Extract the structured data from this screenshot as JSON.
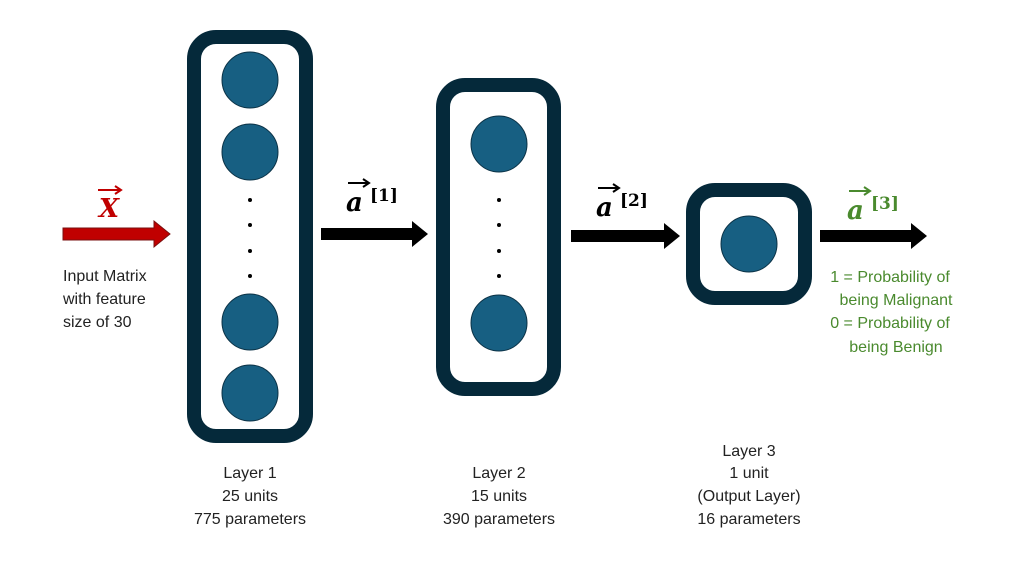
{
  "colors": {
    "layer_border": "#05293a",
    "neuron": "#175f82",
    "input_arrow": "#c00000",
    "output_text": "#4a8a2e",
    "arrow": "#000000"
  },
  "input": {
    "symbol": "X",
    "description": [
      "Input Matrix",
      "with feature",
      "size of 30"
    ]
  },
  "activations": [
    {
      "symbol": "a",
      "superscript": "[1]"
    },
    {
      "symbol": "a",
      "superscript": "[2]"
    },
    {
      "symbol": "a",
      "superscript": "[3]"
    }
  ],
  "layers": [
    {
      "lines": [
        "Layer 1",
        "25 units",
        "775 parameters"
      ]
    },
    {
      "lines": [
        "Layer 2",
        "15 units",
        "390 parameters"
      ]
    },
    {
      "lines": [
        "Layer 3",
        "1 unit",
        "(Output Layer)",
        "16 parameters"
      ]
    }
  ],
  "output": {
    "lines": [
      "1 = Probability of",
      "being Malignant",
      "0 = Probability of",
      "being Benign"
    ]
  }
}
